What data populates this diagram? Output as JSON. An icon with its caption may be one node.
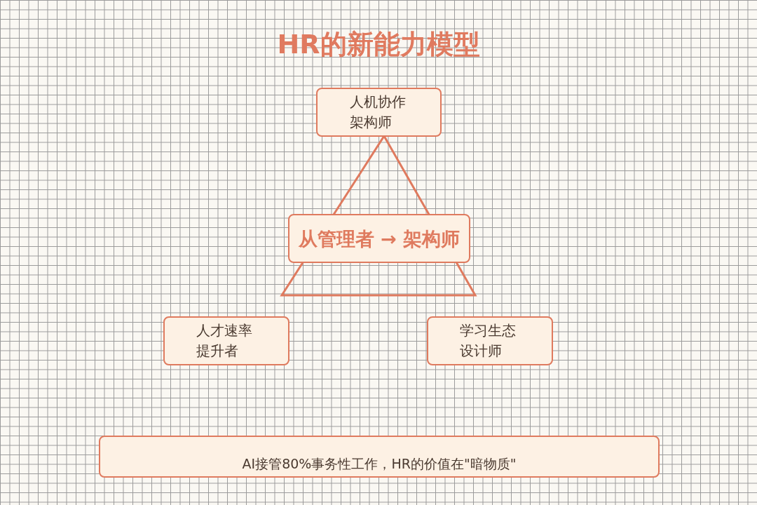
{
  "diagram": {
    "title": "HR的新能力模型",
    "nodes": [
      {
        "text": [
          "人机协作架构师"
        ]
      },
      {
        "text": [
          "从管理者 → 架构师"
        ]
      },
      {
        "text": [
          "人才速率提升者"
        ]
      },
      {
        "text": [
          "学习生态设计师"
        ]
      },
      {
        "text": [
          "AI接管80%事务性工作，HR的价值在\"暗物质\""
        ]
      }
    ]
  }
}
